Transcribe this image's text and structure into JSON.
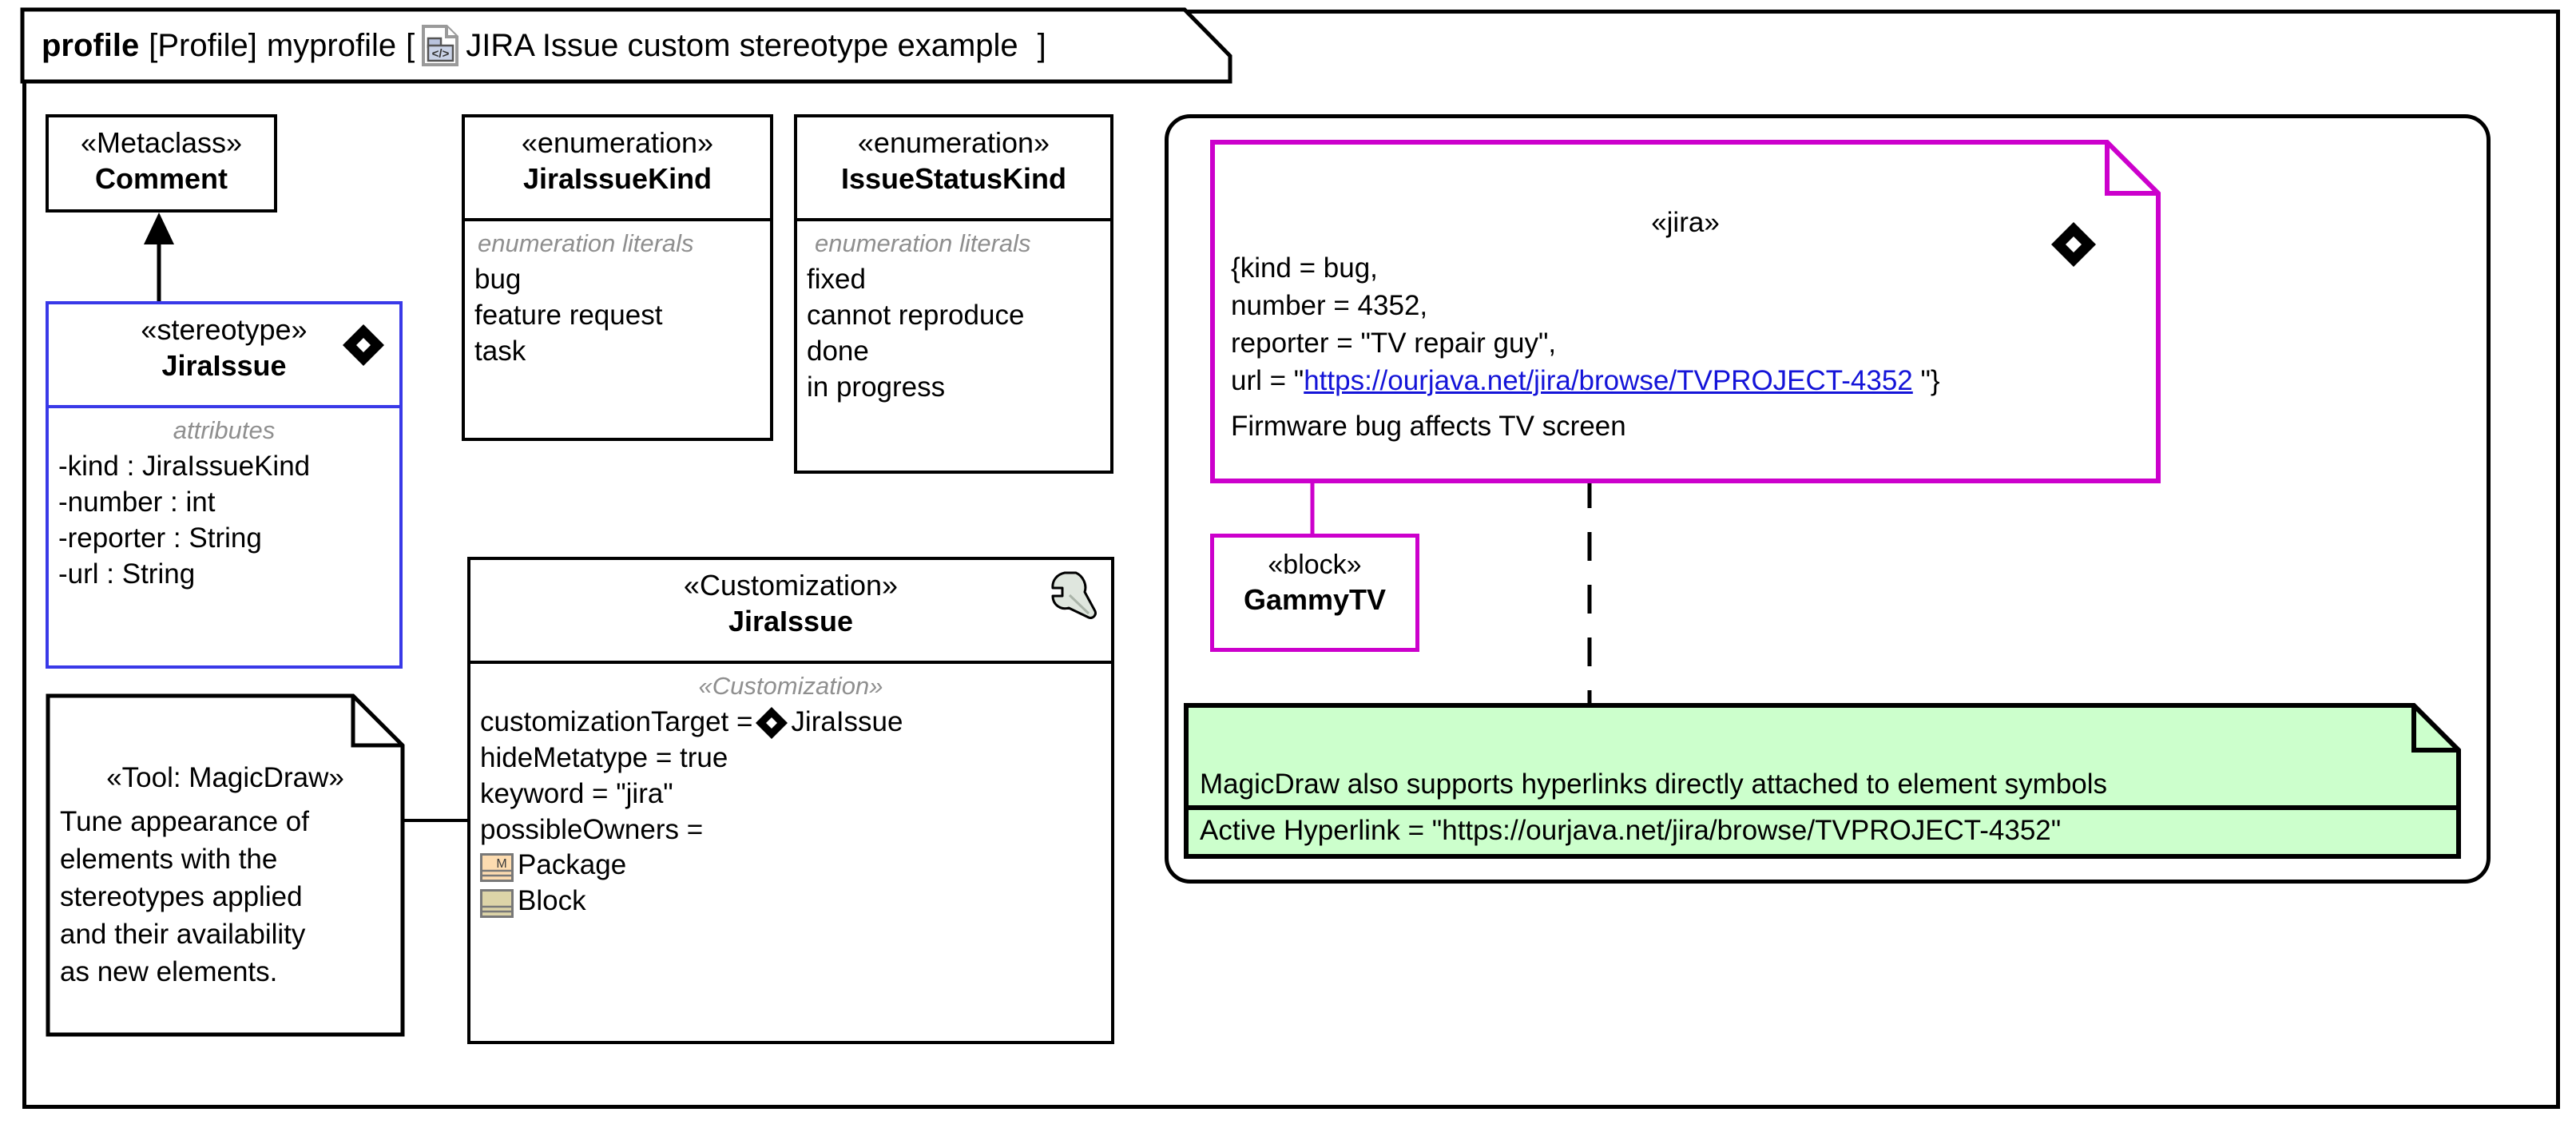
{
  "frame": {
    "keyword": "profile",
    "qualifier": "[Profile]",
    "name": "myprofile",
    "bracket_open": "[",
    "diagram_name": "JIRA Issue custom stereotype example",
    "bracket_close": "]",
    "icon": "profile-document-icon"
  },
  "metaclass_box": {
    "stereotype": "«Metaclass»",
    "name": "Comment"
  },
  "stereotype_box": {
    "stereotype": "«stereotype»",
    "name": "JiraIssue",
    "icon": "stereotype-diamond-icon",
    "compartment_label": "attributes",
    "attributes": [
      "-kind : JiraIssueKind",
      "-number : int",
      "-reporter : String",
      "-url : String"
    ]
  },
  "enum_kind_box": {
    "stereotype": "«enumeration»",
    "name": "JiraIssueKind",
    "compartment_label": "enumeration literals",
    "literals": [
      "bug",
      "feature request",
      "task"
    ]
  },
  "enum_status_box": {
    "stereotype": "«enumeration»",
    "name": "IssueStatusKind",
    "compartment_label": "enumeration literals",
    "literals": [
      "fixed",
      "cannot reproduce",
      "done",
      "in progress"
    ]
  },
  "customization_box": {
    "stereotype": "«Customization»",
    "name": "JiraIssue",
    "icon": "wrench-icon",
    "compartment_label": "«Customization»",
    "target_label": "customizationTarget = ",
    "target_icon": "stereotype-diamond-icon",
    "target_value": "JiraIssue",
    "properties": [
      "hideMetatype = true",
      "keyword = \"jira\"",
      "possibleOwners ="
    ],
    "owners": [
      {
        "label": "Package",
        "icon": "package-metaclass-icon"
      },
      {
        "label": "Block",
        "icon": "block-metaclass-icon"
      }
    ]
  },
  "tool_note": {
    "title": "«Tool: MagicDraw»",
    "lines": [
      "Tune appearance of",
      "elements with the",
      "stereotypes applied",
      "and their availability",
      "as new elements."
    ]
  },
  "jira_note": {
    "stereotype": "«jira»",
    "icon": "stereotype-diamond-icon",
    "lines": [
      "{kind = bug,",
      "number = 4352,",
      "reporter = \"TV repair guy\","
    ],
    "url_prefix": "url = \"",
    "url": "https://ourjava.net/jira/browse/TVPROJECT-4352",
    "url_suffix": " \"}",
    "body": "Firmware bug affects TV screen"
  },
  "block_box": {
    "stereotype": "«block»",
    "name": "GammyTV"
  },
  "green_note": {
    "text": "MagicDraw also supports hyperlinks directly attached to element symbols",
    "hyperlink_label": "Active Hyperlink = \"https://ourjava.net/jira/browse/TVPROJECT-4352\""
  },
  "colors": {
    "stereotype_border": "#3939e8",
    "magenta": "#cc00cc",
    "green_fill": "#ccffcc",
    "link": "#1414d8",
    "gray_label": "#8f8f8f",
    "package_icon": "#fddcb0",
    "block_icon": "#ddd4a8"
  }
}
